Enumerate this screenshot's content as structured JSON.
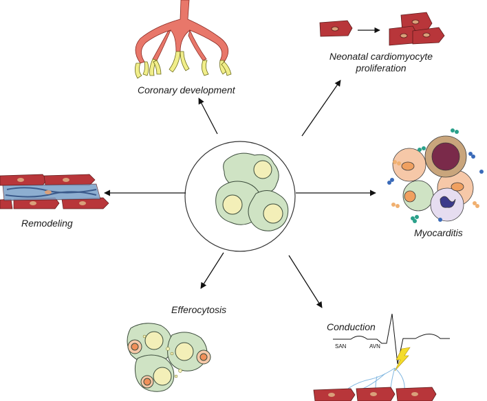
{
  "center": {
    "description_icon": "macrophage-cluster-icon"
  },
  "labels": {
    "coronary": "Coronary development",
    "neonatal_line1": "Neonatal cardiomyocyte",
    "neonatal_line2": "proliferation",
    "remodeling": "Remodeling",
    "myocarditis": "Myocarditis",
    "efferocytosis": "Efferocytosis",
    "conduction": "Conduction",
    "san": "SAN",
    "avn": "AVN"
  },
  "colors": {
    "macrophage_fill": "#cfe3c4",
    "macrophage_stroke": "#3a4a3a",
    "nucleus": "#f3efb8",
    "cardiomyocyte": "#b8363a",
    "cardiomyocyte_nucleus": "#d9a07a",
    "vessel": "#e8776a",
    "vessel_tip": "#f1ee8a",
    "lightning": "#f4dc2a",
    "nerve": "#7fb6e0"
  }
}
